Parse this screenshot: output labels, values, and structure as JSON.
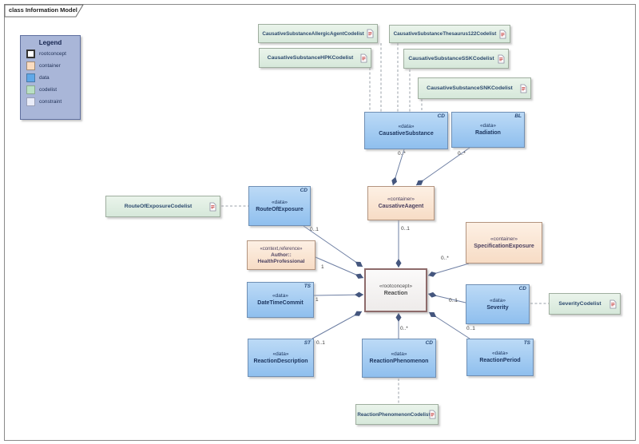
{
  "frame": {
    "title": "class Information Model"
  },
  "legend": {
    "title": "Legend",
    "items": [
      {
        "label": "rootconcept"
      },
      {
        "label": "container"
      },
      {
        "label": "data"
      },
      {
        "label": "codelist"
      },
      {
        "label": "constraint"
      }
    ]
  },
  "colors": {
    "data_fill": "#8fbfee",
    "container_fill": "#f7dcc5",
    "codelist_fill": "#d6e8da",
    "rootconcept_border": "#8d6b6b",
    "legend_fill": "#a9b6d8",
    "edge": "#6e7fa3",
    "diamond": "#44567e",
    "dashed_edge": "#9aa0a8"
  },
  "nodes": {
    "causative_substance": {
      "stereotype": "«data»",
      "name": "CausativeSubstance",
      "tag": "CD"
    },
    "radiation": {
      "stereotype": "«data»",
      "name": "Radiation",
      "tag": "BL"
    },
    "causative_agent": {
      "stereotype": "«container»",
      "name": "CausativeAagent"
    },
    "route_of_exposure": {
      "stereotype": "«data»",
      "name": "RouteOfExposure",
      "tag": "CD"
    },
    "health_professional": {
      "stereotype": "«context,reference»",
      "name": "Author::",
      "name2": "HealthProfessional"
    },
    "datetime_commit": {
      "stereotype": "«data»",
      "name": "DateTimeCommit",
      "tag": "TS"
    },
    "reaction": {
      "stereotype": "«rootconcept»",
      "name": "Reaction"
    },
    "specification_exposure": {
      "stereotype": "«container»",
      "name": "SpecificationExposure"
    },
    "severity": {
      "stereotype": "«data»",
      "name": "Severity",
      "tag": "CD"
    },
    "reaction_description": {
      "stereotype": "«data»",
      "name": "ReactionDescription",
      "tag": "ST"
    },
    "reaction_phenomenon": {
      "stereotype": "«data»",
      "name": "ReactionPhenomenon",
      "tag": "CD"
    },
    "reaction_period": {
      "stereotype": "«data»",
      "name": "ReactionPeriod",
      "tag": "TS"
    }
  },
  "codelists": {
    "allergic": {
      "label": "CausativeSubstanceAllergicAgentCodelist"
    },
    "thesaurus": {
      "label": "CausativeSubstanceThesaurus122Codelist"
    },
    "hpk": {
      "label": "CausativeSubstanceHPKCodelist"
    },
    "ssk": {
      "label": "CausativeSubstanceSSKCodelist"
    },
    "snk": {
      "label": "CausativeSubstanceSNKCodelist"
    },
    "route": {
      "label": "RouteOfExposureCodelist"
    },
    "severity": {
      "label": "SeverityCodelist"
    },
    "phenomenon": {
      "label": "ReactionPhenomenonCodelist"
    }
  },
  "multiplicities": {
    "causative_substance": "0..*",
    "radiation": "0..*",
    "causative_agent": "0..1",
    "route_of_exposure": "0..1",
    "health_professional": "1",
    "datetime_commit": "1",
    "specification_exposure": "0..*",
    "severity": "0..1",
    "reaction_description": "0..1",
    "reaction_phenomenon": "0..*",
    "reaction_period": "0..1"
  }
}
